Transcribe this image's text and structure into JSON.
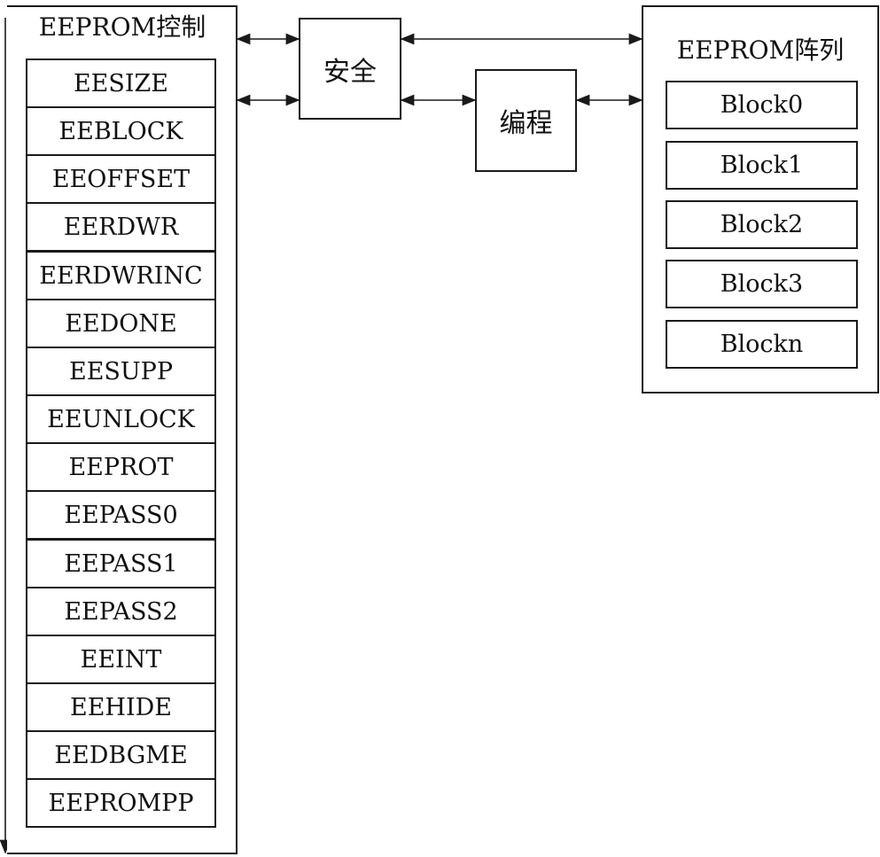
{
  "control": {
    "title": "EEPROM控制",
    "registers": [
      "EESIZE",
      "EEBLOCK",
      "EEOFFSET",
      "EERDWR",
      "EERDWRINC",
      "EEDONE",
      "EESUPP",
      "EEUNLOCK",
      "EEPROT",
      "EEPASS0",
      "EEPASS1",
      "EEPASS2",
      "EEINT",
      "EEHIDE",
      "EEDBGME",
      "EEPROMPP"
    ]
  },
  "security": {
    "label": "安全"
  },
  "programming": {
    "label": "编程"
  },
  "array": {
    "title": "EEPROM阵列",
    "blocks": [
      "Block0",
      "Block1",
      "Block2",
      "Block3",
      "Blockn"
    ]
  }
}
